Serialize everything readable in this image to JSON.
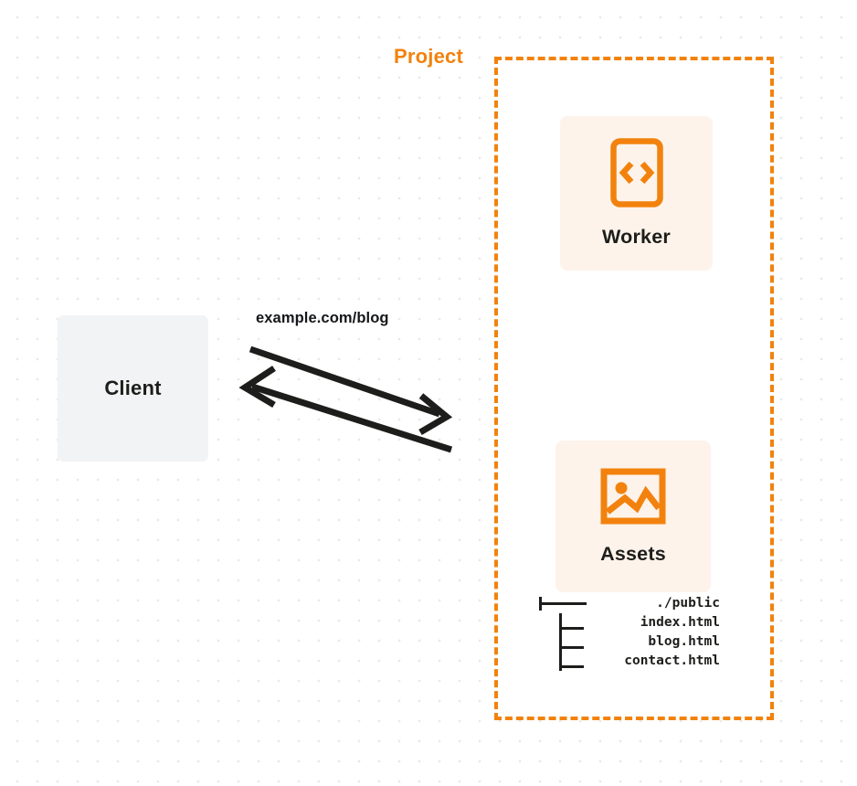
{
  "diagram": {
    "title": "Client to Project request flow",
    "colors": {
      "accent_orange": "#f2820d",
      "card_background": "#fdf3ea",
      "client_background": "#f2f3f4",
      "text_dark": "#1d1d1b",
      "canvas_background": "#ffffff",
      "dot_grid": "#e9e9ea"
    }
  },
  "client": {
    "label": "Client"
  },
  "connection": {
    "label": "example.com/blog",
    "request_arrow_name": "request-arrow",
    "response_arrow_name": "response-arrow"
  },
  "project": {
    "label": "Project",
    "services": [
      {
        "id": "worker",
        "label": "Worker",
        "icon": "code-brackets-icon"
      },
      {
        "id": "assets",
        "label": "Assets",
        "icon": "image-icon"
      }
    ],
    "file_tree": {
      "root": "./public",
      "files": [
        "index.html",
        "blog.html",
        "contact.html"
      ]
    }
  }
}
